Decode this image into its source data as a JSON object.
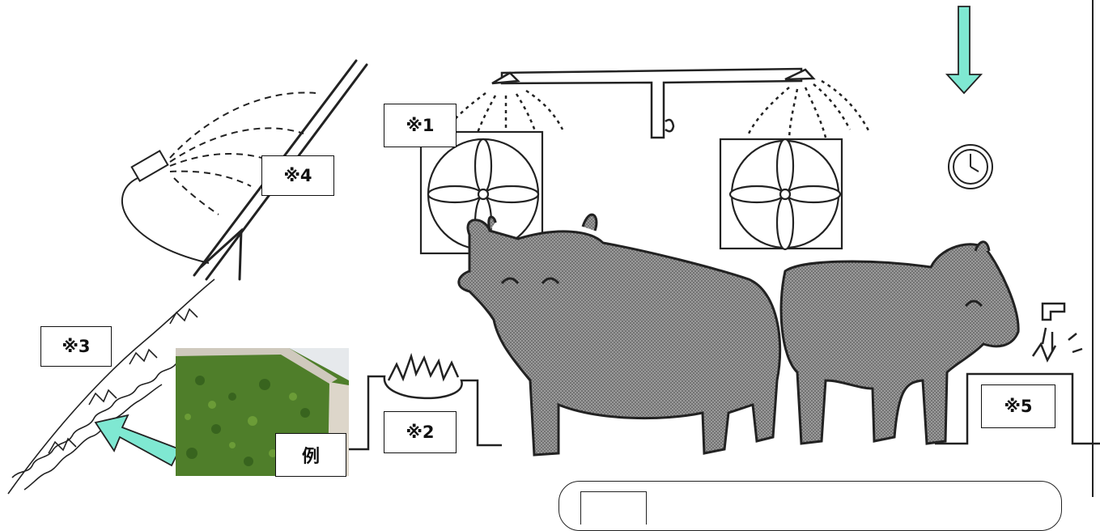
{
  "labels": {
    "note1": "※1",
    "note2": "※2",
    "note3": "※3",
    "note4": "※4",
    "note5": "※5",
    "example": "例"
  },
  "colors": {
    "arrow": "#7fe8d2",
    "cow": "#8e8e8e",
    "line": "#222222",
    "leaf": "#4f7e2a"
  },
  "icons": [
    "spray-mist-nozzle",
    "ventilation-fan",
    "wall-clock",
    "water-faucet",
    "hay-feeder",
    "green-curtain-vines"
  ]
}
